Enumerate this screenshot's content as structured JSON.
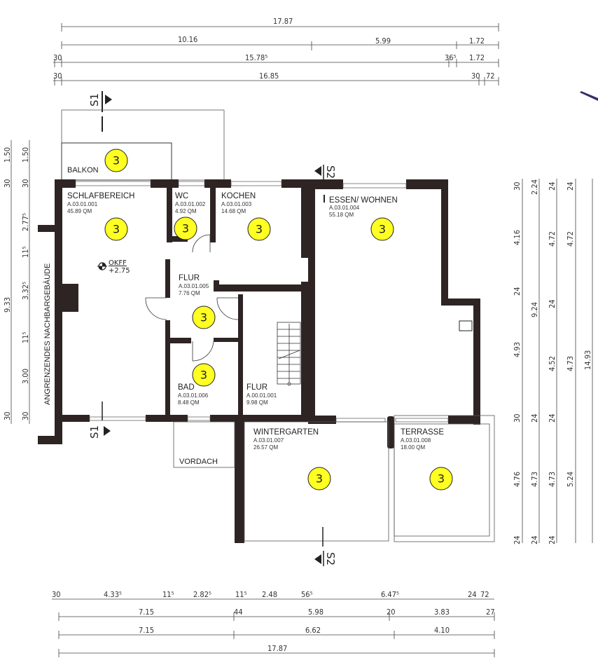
{
  "plan": {
    "rooms": [
      {
        "id": "schlafbereich",
        "name": "SCHLAFBEREICH",
        "code": "A.03.01.001",
        "area": "45.89 QM",
        "badge": "3"
      },
      {
        "id": "wc",
        "name": "WC",
        "code": "A.03.01.002",
        "area": "4.92 QM",
        "badge": "3"
      },
      {
        "id": "kochen",
        "name": "KOCHEN",
        "code": "A.03.01.003",
        "area": "14.68 QM",
        "badge": "3"
      },
      {
        "id": "essen-wohnen",
        "name": "ESSEN/ WOHNEN",
        "code": "A.03.01.004",
        "area": "55.18 QM",
        "badge": "3"
      },
      {
        "id": "flur-1",
        "name": "FLUR",
        "code": "A.03.01.005",
        "area": "7.76 QM",
        "badge": "3"
      },
      {
        "id": "bad",
        "name": "BAD",
        "code": "A.03.01.006",
        "area": "8.48 QM",
        "badge": "3"
      },
      {
        "id": "flur-2",
        "name": "FLUR",
        "code": "A.00.01.001",
        "area": "9.98 QM"
      },
      {
        "id": "wintergarten",
        "name": "WINTERGARTEN",
        "code": "A.03.01.007",
        "area": "26.57 QM",
        "badge": "3"
      },
      {
        "id": "terrasse",
        "name": "TERRASSE",
        "code": "A.03.01.008",
        "area": "18.00 QM",
        "badge": "3"
      }
    ],
    "balkon": {
      "name": "BALKON",
      "badge": "3"
    },
    "vordach": "VORDACH",
    "neighbor": "ANGRENZENDES NACHBARGEBÄUDE",
    "level": {
      "label": "OKFF",
      "value": "+2.75"
    },
    "sections": {
      "s1": "S1",
      "s2": "S2"
    }
  },
  "dims": {
    "top": {
      "row1": [
        "17.87"
      ],
      "row2": [
        "10.16",
        "5.99",
        "1.72"
      ],
      "row3": [
        "30",
        "15.78⁵",
        "36⁵",
        "1.72"
      ],
      "row4": [
        "30",
        "16.85",
        "30",
        "72"
      ]
    },
    "bottom": {
      "row1": [
        "30",
        "4.33⁵",
        "11⁵",
        "2.82⁵",
        "11⁵",
        "2.48",
        "56⁵",
        "6.47⁵",
        "24",
        "72"
      ],
      "row2": [
        "7.15",
        "44",
        "5.98",
        "20",
        "3.83",
        "27"
      ],
      "row3": [
        "7.15",
        "6.62",
        "4.10"
      ],
      "row4": [
        "17.87"
      ]
    },
    "left": {
      "outer": [
        "1.50",
        "30",
        "9.33",
        "30"
      ],
      "inner": [
        "1.50",
        "30",
        "2.77⁵",
        "11⁵",
        "3.32⁵",
        "11⁵",
        "3.00",
        "30"
      ]
    },
    "right": {
      "col1": [
        "30",
        "4.16",
        "24",
        "4.93",
        "30",
        "4.76",
        "24"
      ],
      "col2": [
        "2.24",
        "9.24",
        "24",
        "4.73",
        "24"
      ],
      "col3": [
        "24",
        "4.72",
        "24",
        "4.52",
        "24",
        "4.73",
        "24"
      ],
      "col4": [
        "24",
        "4.72",
        "4.73",
        "5.24"
      ],
      "col5": [
        "14.93"
      ]
    }
  }
}
